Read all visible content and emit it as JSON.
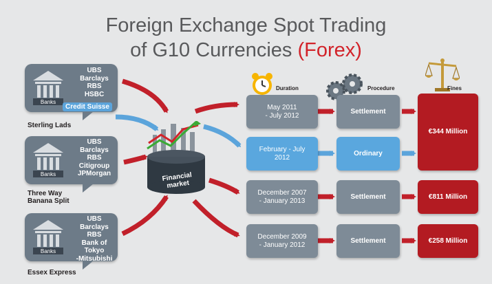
{
  "title": {
    "line1": "Foreign Exchange Spot Trading",
    "line2_prefix": "of G10 Currencies",
    "line2_accent": "(Forex)"
  },
  "colors": {
    "red": "#d2232a",
    "blue": "#5ba4db",
    "gray": "#7e8b97",
    "dark_red": "#b31b22"
  },
  "groups": [
    {
      "name": "Sterling Lads",
      "banks": [
        "UBS",
        "Barclays",
        "RBS",
        "HSBC"
      ],
      "highlight": "Credit Suisse",
      "icon_label": "Banks"
    },
    {
      "name": "Three Way\nBanana Split",
      "banks": [
        "UBS",
        "Barclays",
        "RBS",
        "Citigroup",
        "JPMorgan"
      ],
      "icon_label": "Banks"
    },
    {
      "name": "Essex Express",
      "banks": [
        "UBS",
        "Barclays",
        "RBS",
        "Bank of Tokyo",
        "-Mitsubishi"
      ],
      "icon_label": "Banks"
    }
  ],
  "center": {
    "label": "Financial\nmarket",
    "icon": "chart-arrow-icon"
  },
  "headers": {
    "duration": "Duration",
    "procedure": "Procedure",
    "fines": "Fines"
  },
  "header_icons": {
    "duration": "alarm-clock-icon",
    "procedure": "gears-icon",
    "fines": "scales-icon"
  },
  "cases": [
    {
      "duration": "May 2011\n- July 2012",
      "procedure": "Settlement",
      "style": "gray"
    },
    {
      "duration": "February - July\n2012",
      "procedure": "Ordinary",
      "style": "blue"
    },
    {
      "duration": "December 2007\n- January 2013",
      "procedure": "Settlement",
      "style": "gray"
    },
    {
      "duration": "December 2009\n- January 2012",
      "procedure": "Settlement",
      "style": "gray"
    }
  ],
  "fines": [
    "€344 Million",
    "€811 Million",
    "€258 Million"
  ]
}
